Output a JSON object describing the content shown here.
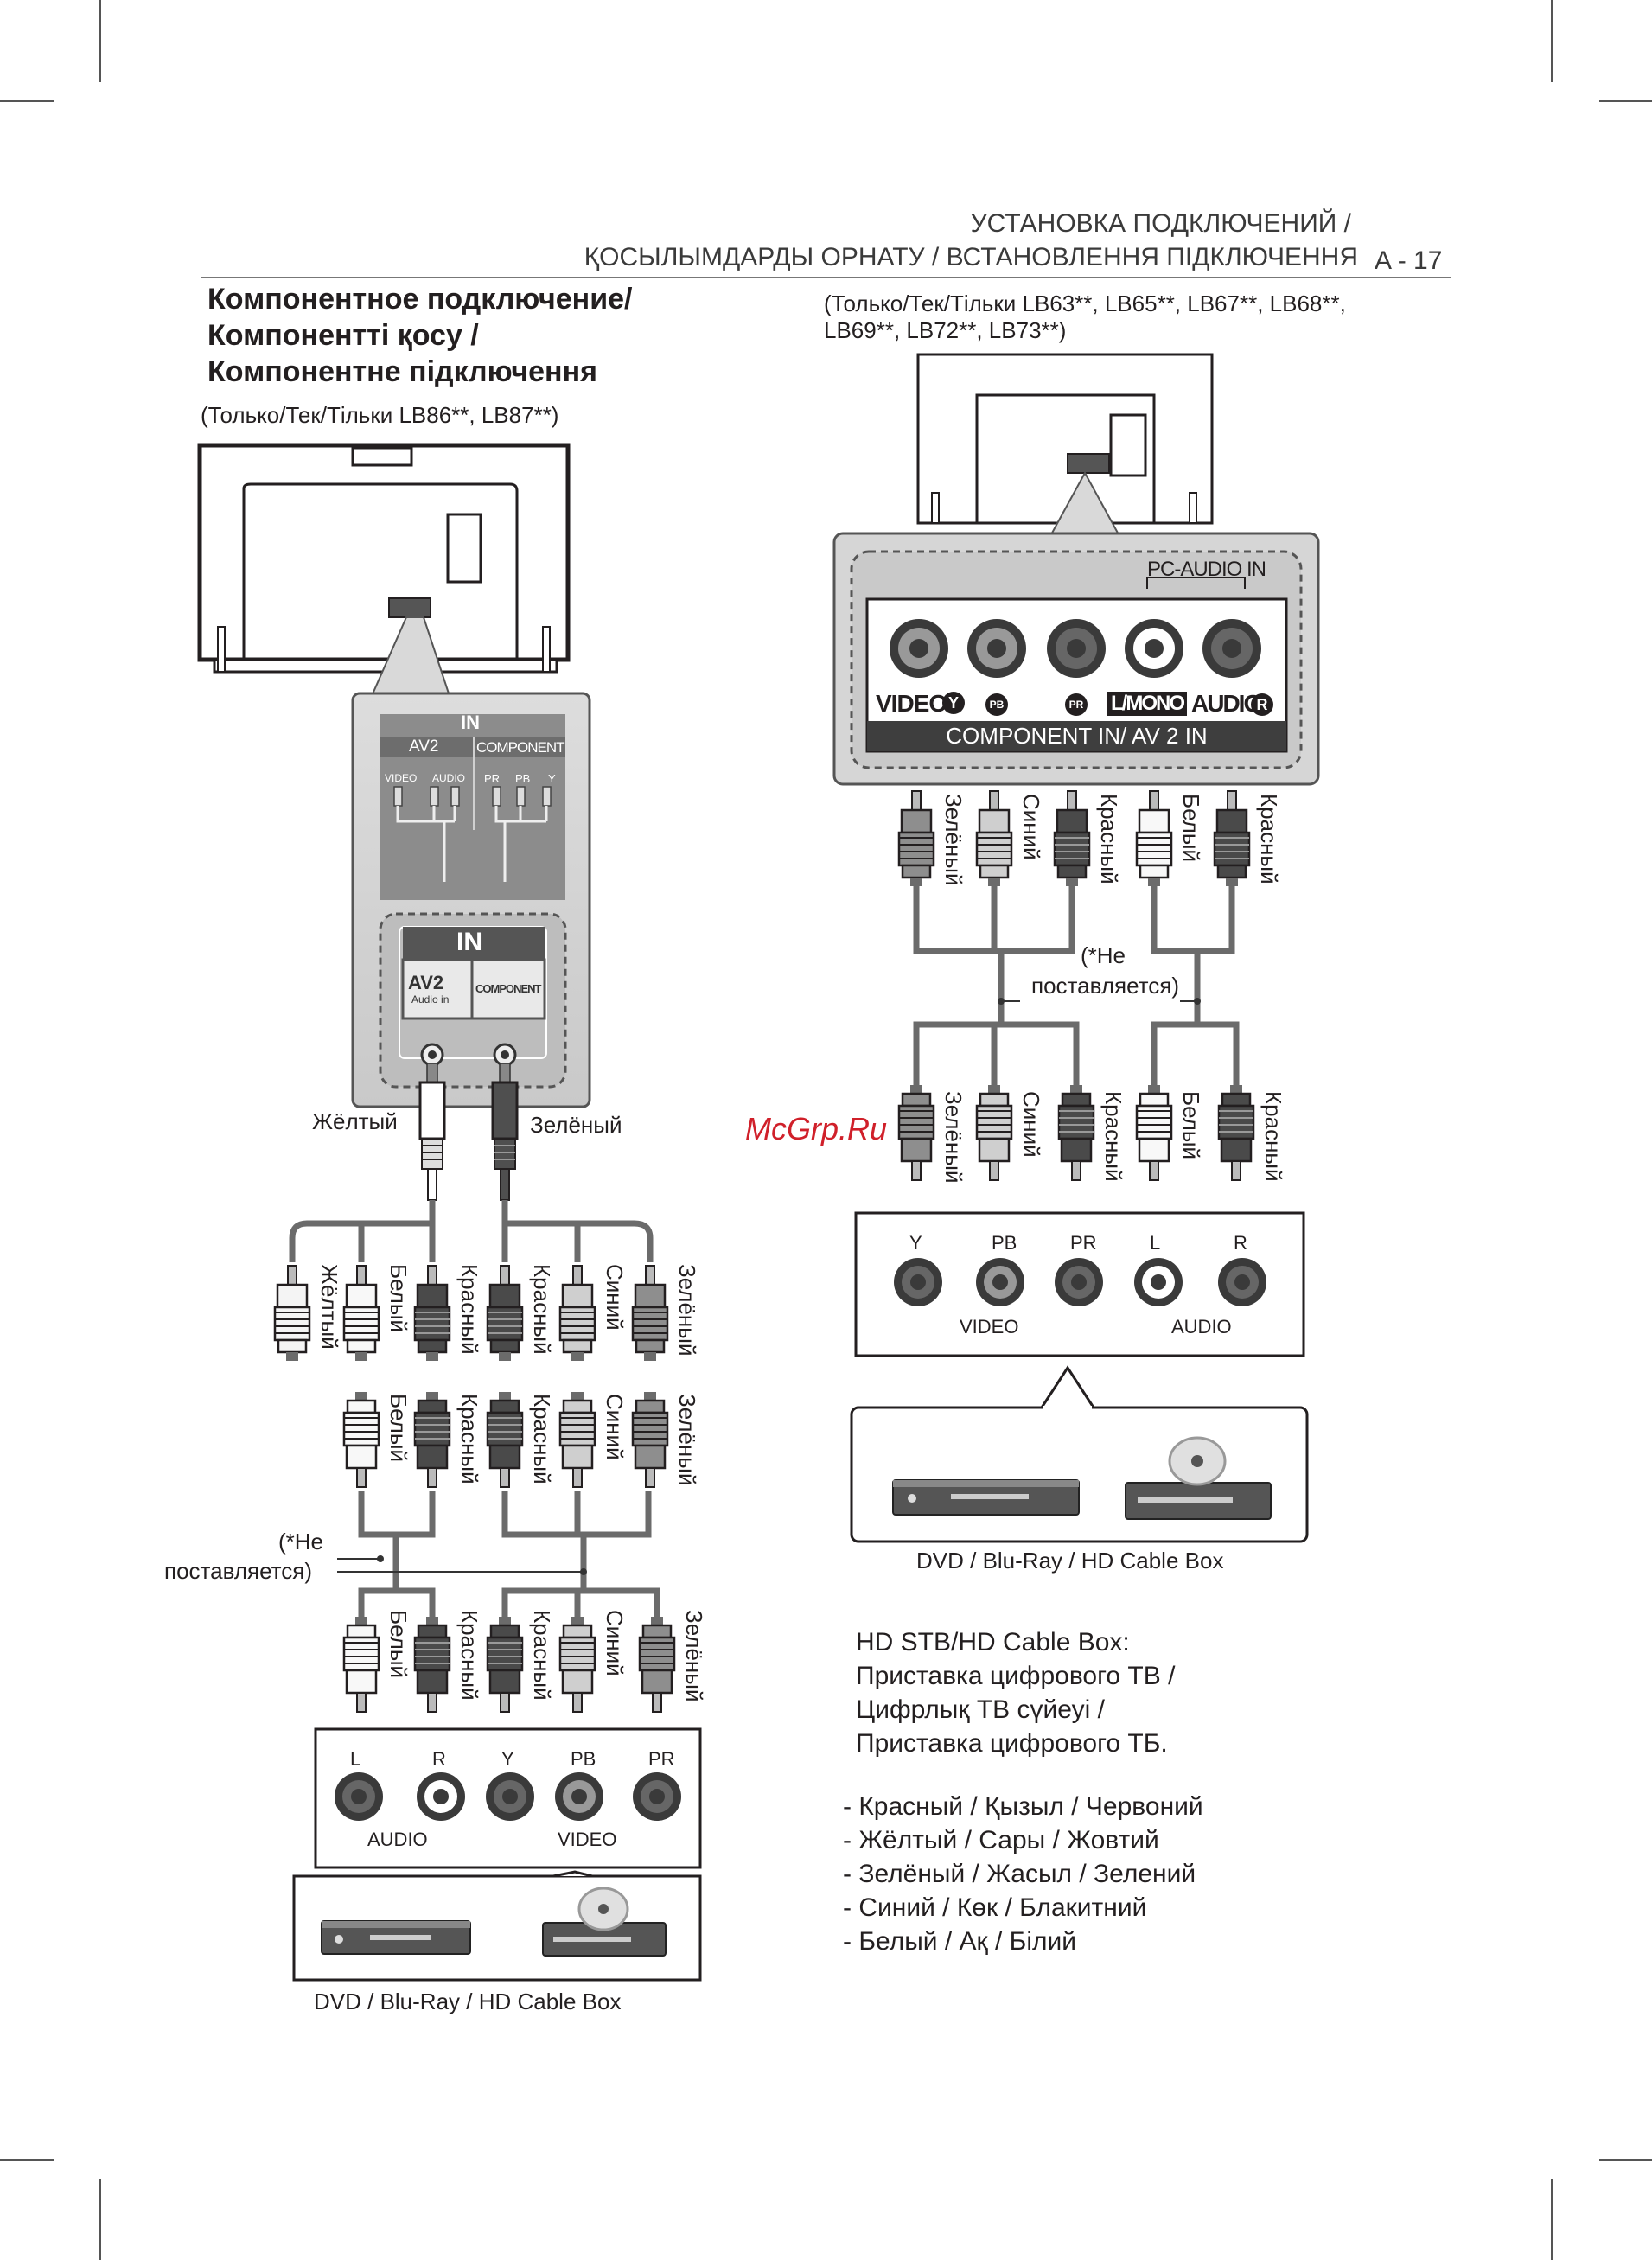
{
  "header": {
    "line1": "УСТАНОВКА ПОДКЛЮЧЕНИЙ /",
    "line2": "ҚОСЫЛЫМДАРДЫ ОРНАТУ / ВСТАНОВЛЕННЯ ПІДКЛЮЧЕННЯ",
    "page": "A - 17"
  },
  "section": {
    "title1": "Компонентное подключение/",
    "title2": "Компоненттi қосу /",
    "title3": "Компонентне підключення"
  },
  "left": {
    "models": "(Только/Тек/Тільки LB86**, LB87**)",
    "panel_in": "IN",
    "panel_av2": "AV2",
    "panel_component": "COMPONENT",
    "panel_video": "VIDEO",
    "panel_audio": "AUDIO",
    "panel_pr": "PR",
    "panel_pb": "PB",
    "panel_y": "Y",
    "jack_in": "IN",
    "jack_av2": "AV2",
    "jack_audio_in": "Audio in",
    "jack_component": "COMPONENT",
    "lbl_yellow": "Жёлтый",
    "lbl_green": "Зелёный",
    "plugs_row1": [
      "Жёлтый",
      "Белый",
      "Красный",
      "Красный",
      "Синий",
      "Зелёный"
    ],
    "plugs_row2": [
      "Белый",
      "Красный",
      "Красный",
      "Синий",
      "Зелёный"
    ],
    "plugs_row3": [
      "Белый",
      "Красный",
      "Красный",
      "Синий",
      "Зелёный"
    ],
    "not_supplied1": "(*Не",
    "not_supplied2": "поставляется)",
    "dev_ports": [
      "L",
      "R",
      "Y",
      "PB",
      "PR"
    ],
    "dev_audio": "AUDIO",
    "dev_video": "VIDEO",
    "caption": "DVD / Blu-Ray / HD Cable Box"
  },
  "right": {
    "models1": "(Только/Тек/Тільки LB63**, LB65**, LB67**, LB68**,",
    "models2": "LB69**, LB72**, LB73**)",
    "pc_audio": "PC-AUDIO IN",
    "port_labels": [
      "VIDEO/",
      "PB",
      "PR",
      "L/MONO",
      "AUDIO",
      "R"
    ],
    "y_badge": "Y",
    "bar": "COMPONENT IN/ AV 2 IN",
    "plugs_row1": [
      "Зелёный",
      "Синий",
      "Красный",
      "Белый",
      "Красный"
    ],
    "plugs_row2": [
      "Зелёный",
      "Синий",
      "Красный",
      "Белый",
      "Красный"
    ],
    "not_supplied1": "(*Не",
    "not_supplied2": "поставляется)",
    "dev_ports": [
      "Y",
      "PB",
      "PR",
      "L",
      "R"
    ],
    "dev_video": "VIDEO",
    "dev_audio": "AUDIO",
    "caption": "DVD / Blu-Ray / HD Cable Box"
  },
  "notes": {
    "stb1": "HD STB/HD Cable Box:",
    "stb2": "Приставка цифрового ТВ /",
    "stb3": "Цифрлық ТВ сүйеуі /",
    "stb4": "Приставка цифрового ТБ.",
    "colors": [
      "- Красный / Қызыл / Червоний",
      "- Жёлтый / Сары / Жовтий",
      "- Зелёный / Жасыл / Зелений",
      "- Синий / Көк / Блакитний",
      "- Белый / Ақ / Білий"
    ]
  },
  "watermark": "McGrp.Ru"
}
